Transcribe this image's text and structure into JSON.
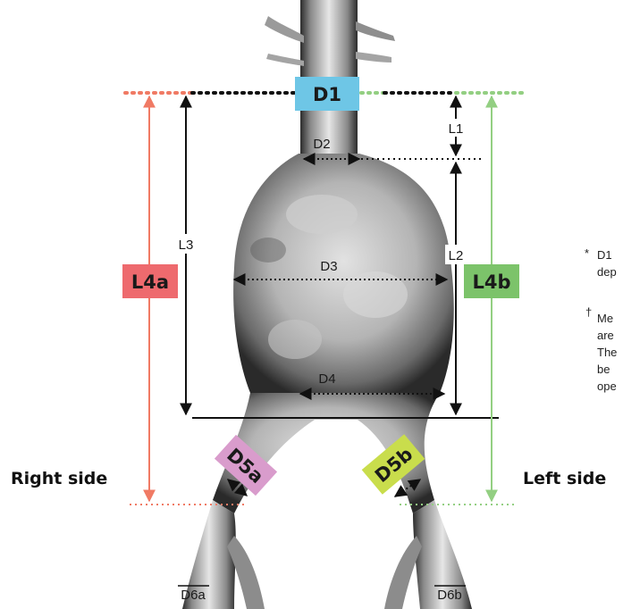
{
  "labels": {
    "d1": "D1",
    "d2": "D2",
    "d3": "D3",
    "d4": "D4",
    "d5a": "D5a",
    "d5b": "D5b",
    "d6a": "D6a",
    "d6b": "D6b",
    "l1": "L1",
    "l2": "L2",
    "l3": "L3",
    "l4a": "L4a",
    "l4b": "L4b",
    "right_side": "Right side",
    "left_side": "Left side"
  },
  "notes": {
    "asterisk": "*",
    "line1": "D1",
    "line2": "dep",
    "dagger": "†",
    "line3": "Me",
    "line4": "are",
    "line5": "The",
    "line6": "be",
    "line7": "ope"
  },
  "colors": {
    "d1_badge": "#6ec6e6",
    "l4a_badge": "#ee6a6e",
    "l4b_badge": "#7cc36a",
    "d5a_badge": "#d99ccc",
    "d5b_badge": "#c9dd4c",
    "right_line": "#f07a64",
    "left_line": "#93cf82"
  }
}
